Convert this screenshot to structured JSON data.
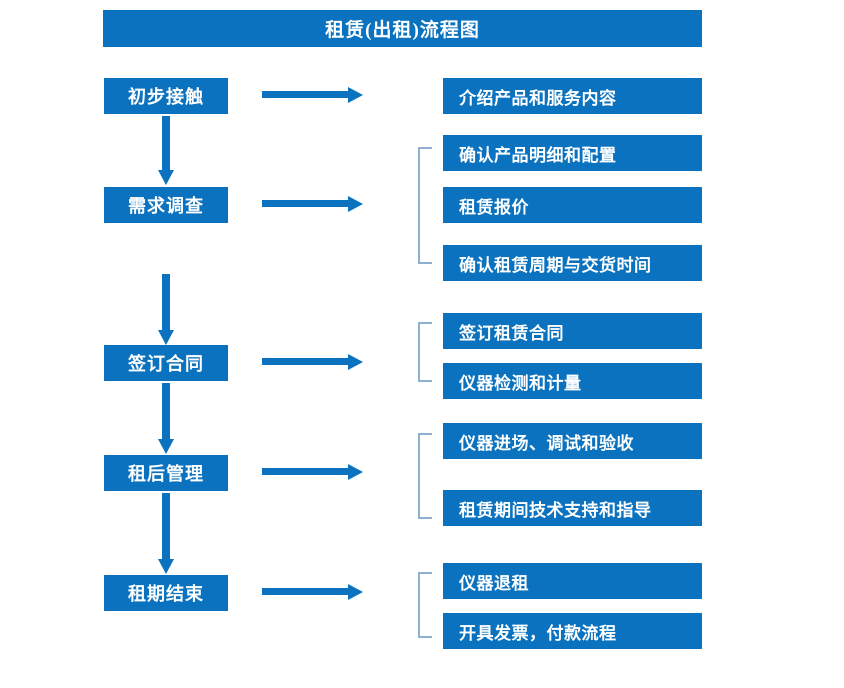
{
  "header": {
    "title": "租赁(出租)流程图"
  },
  "colors": {
    "primary_blue": "#0A72BE",
    "bracket_line": "#8FAFD0",
    "text_on_blue": "#FFFFFF",
    "background": "#FFFFFF"
  },
  "chart_data": {
    "type": "flowchart",
    "title": "租赁(出租)流程图",
    "stages": [
      {
        "label": "初步接触",
        "tasks": [
          "介绍产品和服务内容"
        ]
      },
      {
        "label": "需求调查",
        "tasks": [
          "确认产品明细和配置",
          "租赁报价",
          "确认租赁周期与交货时间"
        ]
      },
      {
        "label": "签订合同",
        "tasks": [
          "签订租赁合同",
          "仪器检测和计量"
        ]
      },
      {
        "label": "租后管理",
        "tasks": [
          "仪器进场、调试和验收",
          "租赁期间技术支持和指导"
        ]
      },
      {
        "label": "租期结束",
        "tasks": [
          "仪器退租",
          "开具发票，付款流程"
        ]
      }
    ]
  },
  "stages": [
    {
      "label": "初步接触"
    },
    {
      "label": "需求调查"
    },
    {
      "label": "签订合同"
    },
    {
      "label": "租后管理"
    },
    {
      "label": "租期结束"
    }
  ],
  "tasks": [
    {
      "label": "介绍产品和服务内容"
    },
    {
      "label": "确认产品明细和配置"
    },
    {
      "label": "租赁报价"
    },
    {
      "label": "确认租赁周期与交货时间"
    },
    {
      "label": "签订租赁合同"
    },
    {
      "label": "仪器检测和计量"
    },
    {
      "label": "仪器进场、调试和验收"
    },
    {
      "label": "租赁期间技术支持和指导"
    },
    {
      "label": "仪器退租"
    },
    {
      "label": "开具发票，付款流程"
    }
  ]
}
